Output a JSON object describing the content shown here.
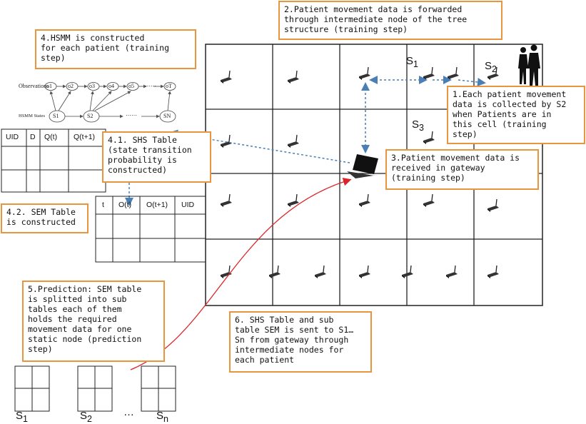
{
  "callouts": {
    "c2": "2.Patient movement data is forwarded\nthrough intermediate node of the tree\nstructure (training step)",
    "c4": "4.HSMM is constructed\nfor each patient (training\nstep)",
    "c1": "1.Each patient movement\ndata is collected by S2\nwhen Patients are in\nthis cell (training\nstep)",
    "c41": "4.1. SHS Table\n(state transition\nprobability is\nconstructed)",
    "c3": "3.Patient movement data is\nreceived in gateway\n(training step)",
    "c42": "4.2. SEM Table\nis constructed",
    "c5": "5.Prediction: SEM table\nis splitted into sub\ntables each of them\nholds the required\nmovement data for one\nstatic node (prediction\nstep)",
    "c6": "6. SHS Table and sub\ntable SEM is sent to S1…\nSn from gateway through\nintermediate nodes for\neach patient"
  },
  "grid_labels": {
    "s1": "S",
    "s1_sub": "1",
    "s2": "S",
    "s2_sub": "2",
    "s3": "S",
    "s3_sub": "3"
  },
  "shs_table": {
    "headers": [
      "UID",
      "D",
      "Q(t)",
      "Q(t+1)"
    ]
  },
  "sem_table": {
    "headers": [
      "t",
      "O(t)",
      "O(t+1)",
      "UID"
    ]
  },
  "hsmm": {
    "observations_label": "Observations",
    "states_label": "HSMM States",
    "obs": [
      "o1",
      "o2",
      "o3",
      "o4",
      "o5",
      "oT"
    ],
    "states": [
      "S1",
      "S2",
      "SN"
    ],
    "dots": "……"
  },
  "subtables": {
    "s1": "S",
    "s1_sub": "1",
    "s2": "S",
    "s2_sub": "2",
    "ellipsis": "…",
    "sn": "S",
    "sn_sub": "n"
  },
  "colors": {
    "callout_border": "#e8953f",
    "dashed_link": "#4a7fb5",
    "red_arrow": "#d9262a"
  }
}
